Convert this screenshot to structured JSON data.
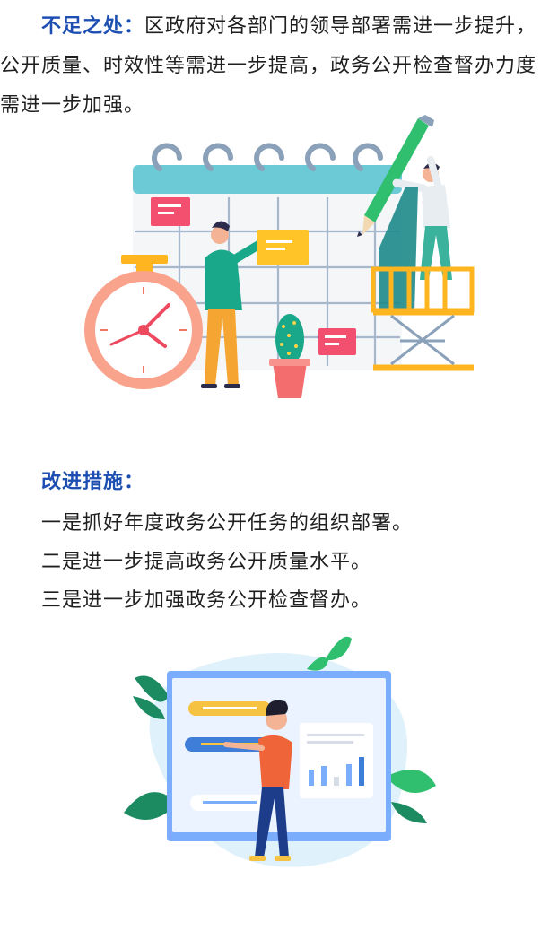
{
  "shortcomings": {
    "label": "不足之处：",
    "text": "区政府对各部门的领导部署需进一步提升，公开质量、时效性等需进一步提高，政务公开检查督办力度需进一步加强。"
  },
  "improvements": {
    "title": "改进措施：",
    "items": [
      "一是抓好年度政务公开任务的组织部署。",
      "二是进一步提高政务公开质量水平。",
      "三是进一步加强政务公开检查督办。"
    ]
  },
  "colors": {
    "accent_blue": "#1d4fb3",
    "body_text": "#1f1f1f"
  },
  "illustrations": {
    "top": "calendar-planning-illustration",
    "bottom": "dashboard-presentation-illustration"
  }
}
